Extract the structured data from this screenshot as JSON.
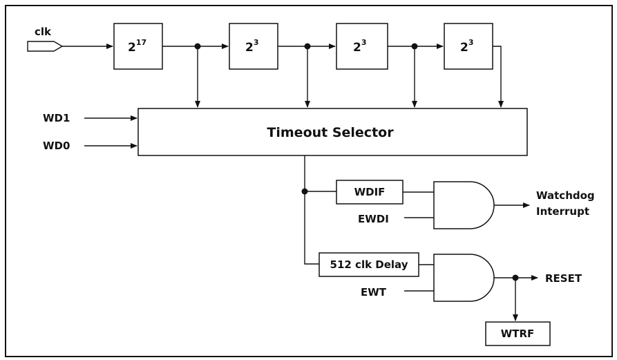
{
  "signals": {
    "clk": "clk",
    "wd1": "WD1",
    "wd0": "WD0",
    "ewdi": "EWDI",
    "ewt": "EWT"
  },
  "dividers": [
    {
      "base": "2",
      "exp": "17"
    },
    {
      "base": "2",
      "exp": "3"
    },
    {
      "base": "2",
      "exp": "3"
    },
    {
      "base": "2",
      "exp": "3"
    }
  ],
  "blocks": {
    "timeout_selector": "Timeout Selector",
    "wdif": "WDIF",
    "delay": "512 clk Delay",
    "wtrf": "WTRF"
  },
  "outputs": {
    "watchdog_interrupt_line1": "Watchdog",
    "watchdog_interrupt_line2": "Interrupt",
    "reset": "RESET"
  }
}
